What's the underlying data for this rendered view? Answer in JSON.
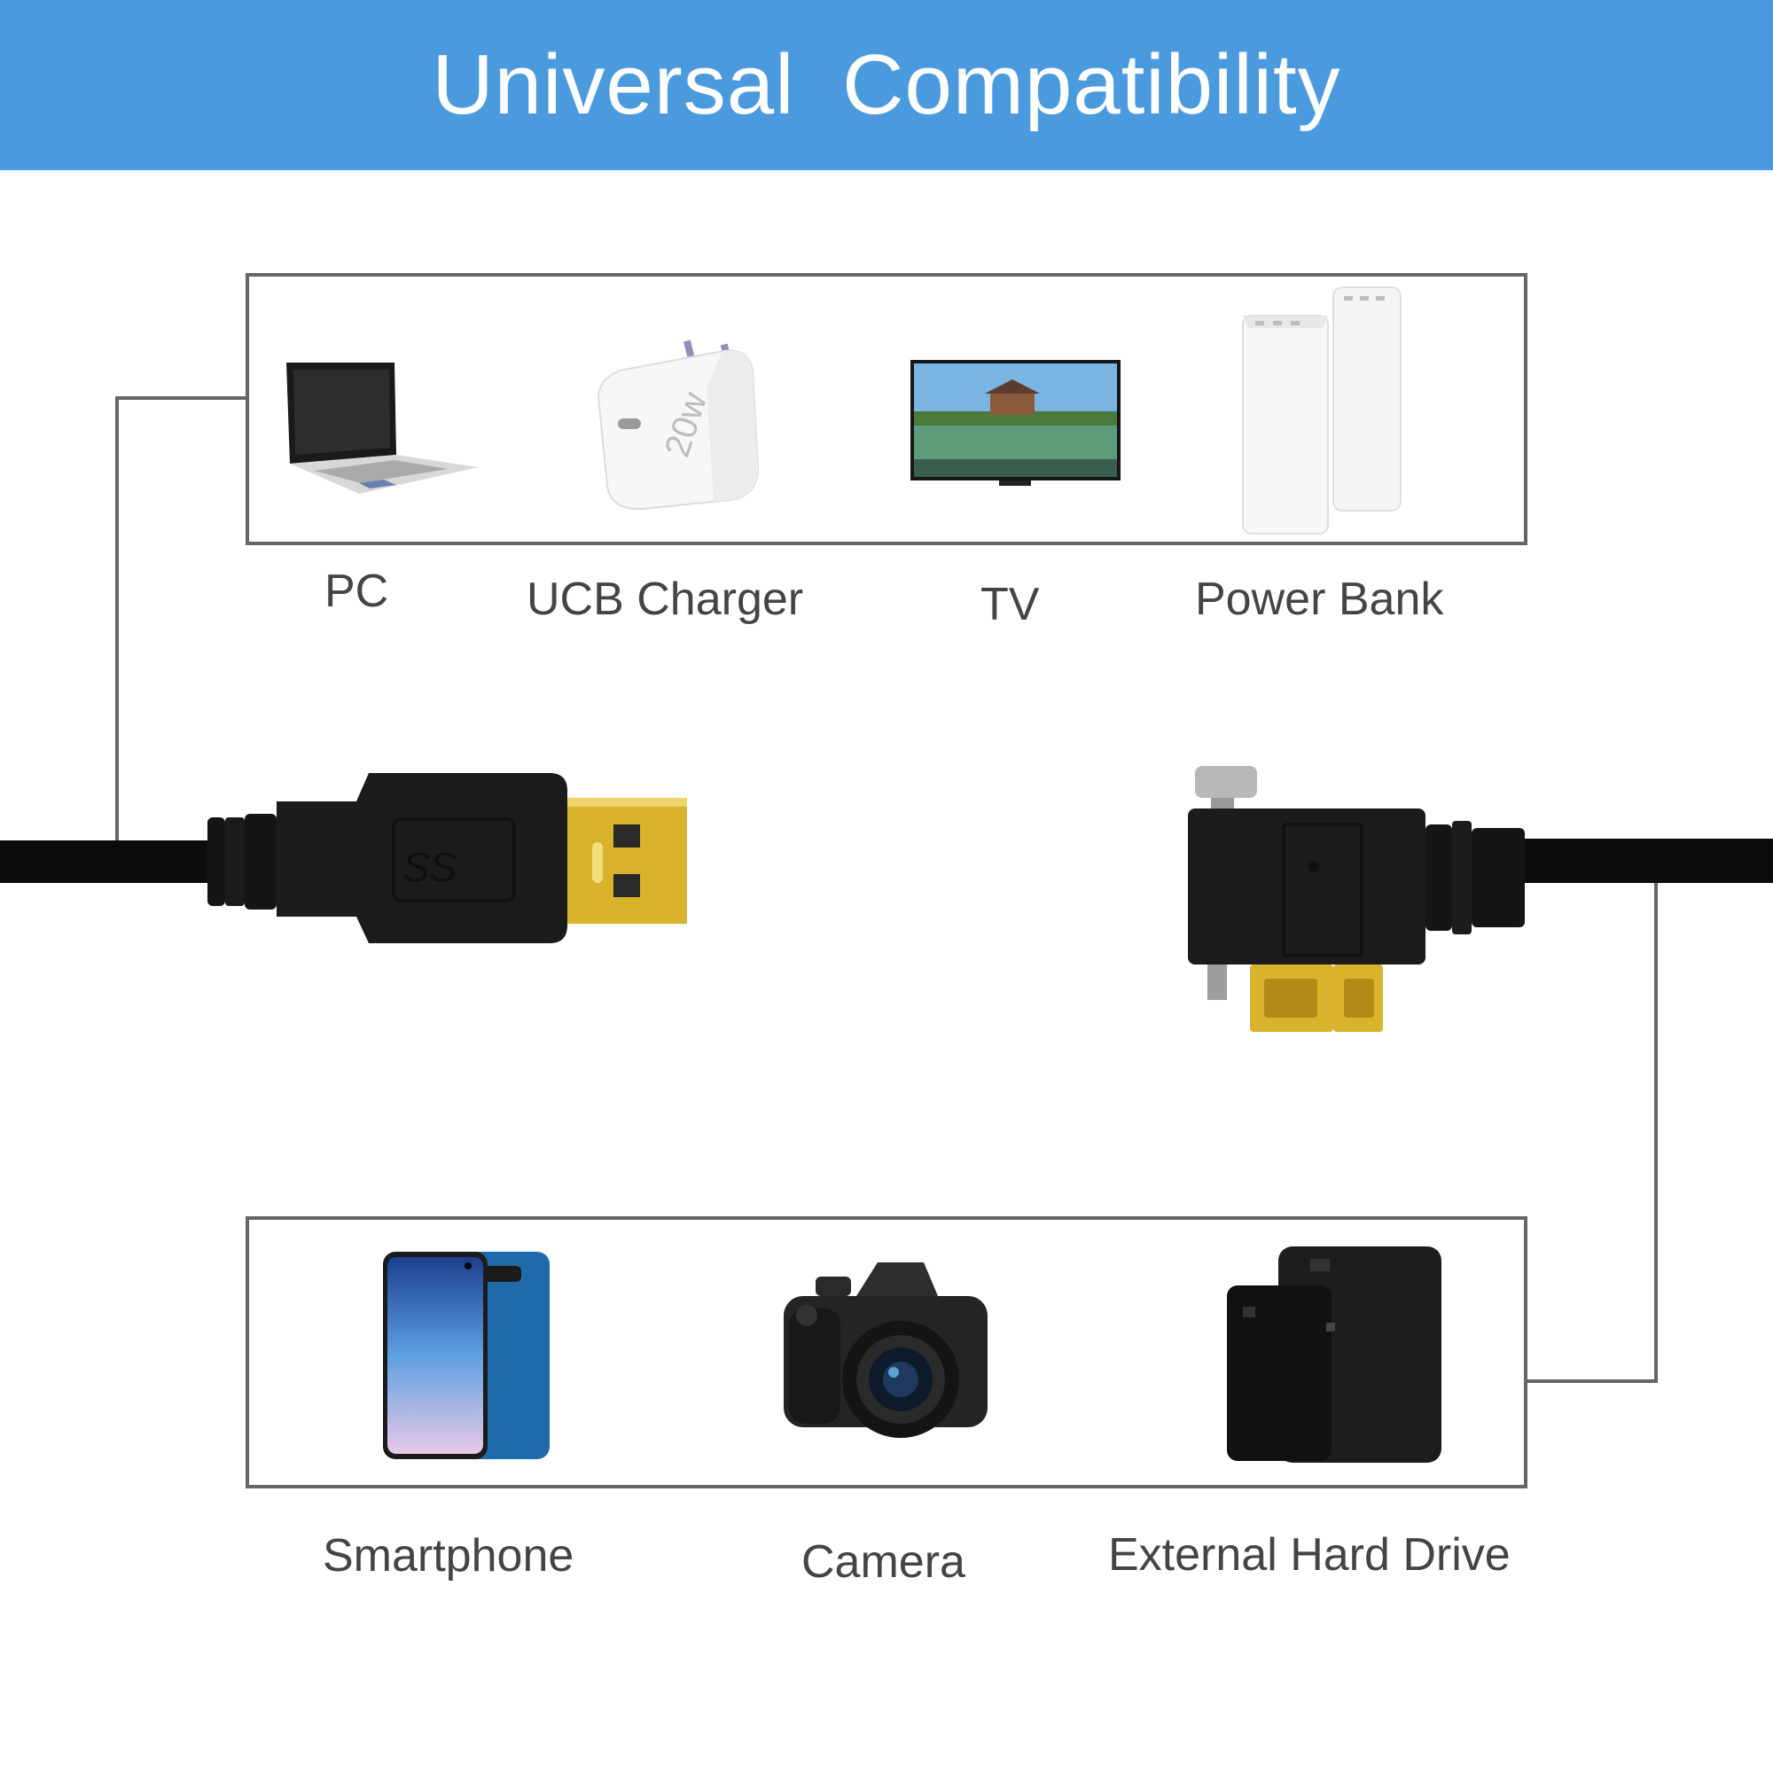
{
  "banner": {
    "title": "Universal  Compatibility"
  },
  "top_devices": [
    {
      "label": "PC",
      "icon": "laptop-icon"
    },
    {
      "label": "UCB Charger",
      "icon": "charger-icon"
    },
    {
      "label": "TV",
      "icon": "tv-icon"
    },
    {
      "label": "Power Bank",
      "icon": "power-bank-icon"
    }
  ],
  "bottom_devices": [
    {
      "label": "Smartphone",
      "icon": "smartphone-icon"
    },
    {
      "label": "Camera",
      "icon": "camera-icon"
    },
    {
      "label": "External Hard Drive",
      "icon": "hard-drive-icon"
    }
  ],
  "charger_text": "20w",
  "usb_logo_text": "SS",
  "colors": {
    "banner": "#4c9ade",
    "frame": "#666666",
    "label": "#444444",
    "gold": "#d9b32c"
  }
}
